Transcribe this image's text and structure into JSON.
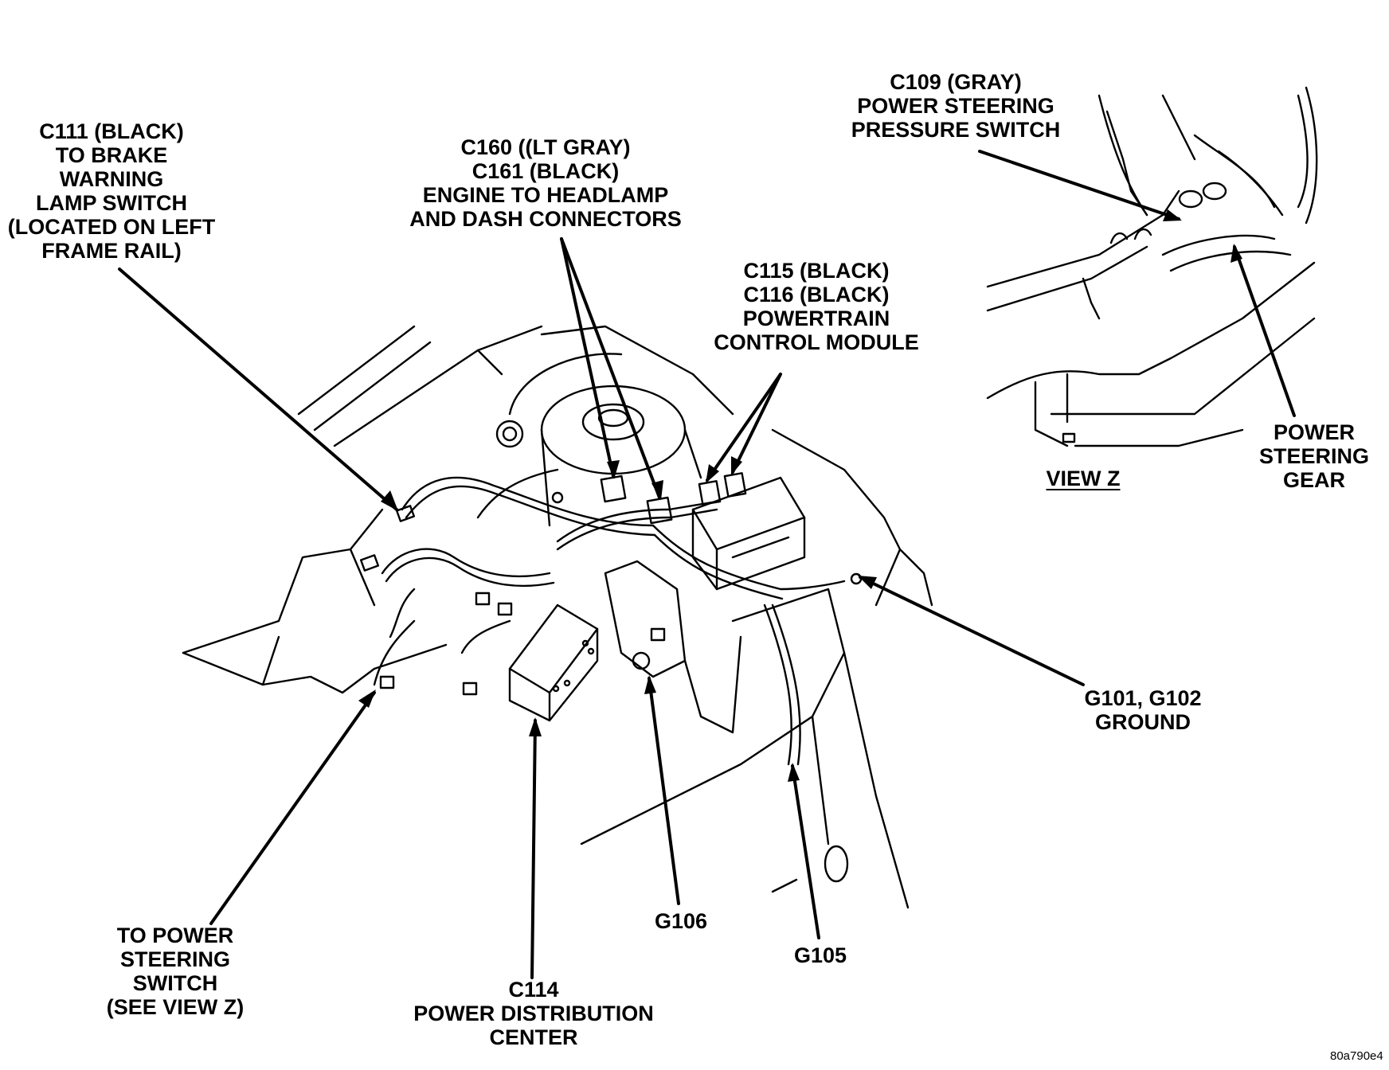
{
  "callouts": {
    "c111": [
      "C111 (BLACK)",
      "TO BRAKE",
      "WARNING",
      "LAMP SWITCH",
      "(LOCATED ON LEFT",
      "FRAME RAIL)"
    ],
    "c160": [
      "C160 ((LT GRAY)",
      "C161 (BLACK)",
      "ENGINE TO HEADLAMP",
      "AND DASH CONNECTORS"
    ],
    "c115": [
      "C115 (BLACK)",
      "C116 (BLACK)",
      "POWERTRAIN",
      "CONTROL MODULE"
    ],
    "c109": [
      "C109 (GRAY)",
      "POWER STEERING",
      "PRESSURE SWITCH"
    ],
    "ps_gear": [
      "POWER",
      "STEERING",
      "GEAR"
    ],
    "view_z": "VIEW Z",
    "g101": [
      "G101, G102",
      "GROUND"
    ],
    "ps_switch": [
      "TO POWER",
      "STEERING",
      "SWITCH",
      "(SEE VIEW Z)"
    ],
    "c114": [
      "C114",
      "POWER DISTRIBUTION",
      "CENTER"
    ],
    "g106": "G106",
    "g105": "G105"
  },
  "figure_ref": "80a790e4"
}
